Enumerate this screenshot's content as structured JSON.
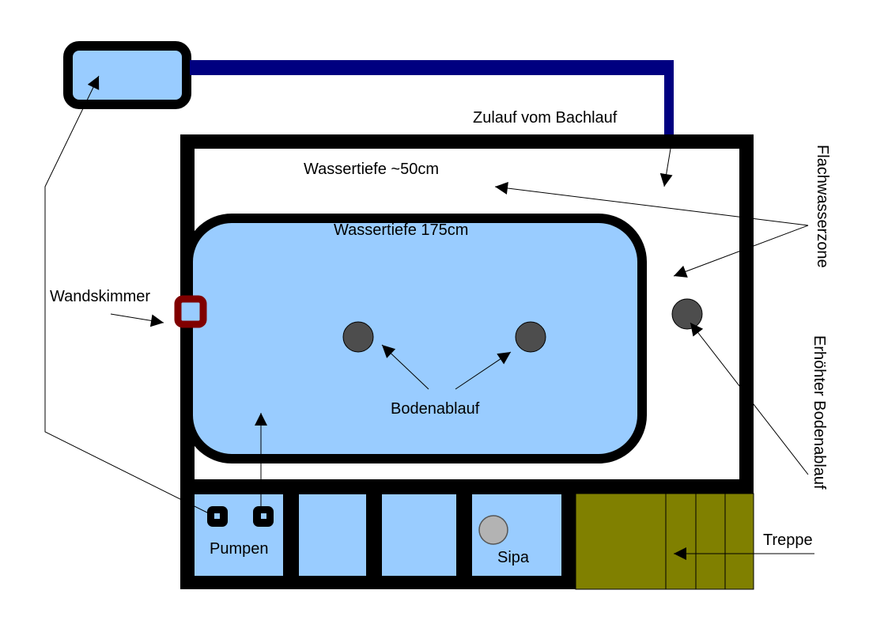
{
  "labels": {
    "inlet": "Zulauf vom Bachlauf",
    "shallow_depth": "Wassertiefe ~50cm",
    "deep_depth": "Wassertiefe 175cm",
    "skimmer": "Wandskimmer",
    "bottom_drain": "Bodenablauf",
    "shallow_zone": "Flachwasserzone",
    "raised_drain": "Erhöhter Bodenablauf",
    "pumps": "Pumpen",
    "sipa": "Sipa",
    "stairs": "Treppe"
  },
  "colors": {
    "water": "#99ccff",
    "pipe": "#000080",
    "skimmer": "#800000",
    "drain": "#4d4d4d",
    "sipa": "#b3b3b3",
    "stairs": "#808000",
    "wall": "#000000"
  }
}
